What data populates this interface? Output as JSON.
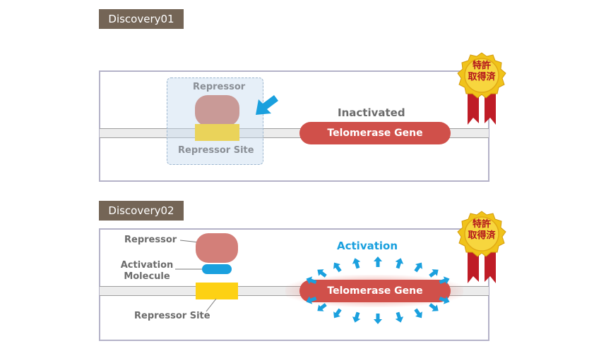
{
  "panel1": {
    "tag": "Discovery01",
    "repressor_label": "Repressor",
    "site_label": "Repressor Site",
    "status_label": "Inactivated",
    "gene_label": "Telomerase Gene"
  },
  "panel2": {
    "tag": "Discovery02",
    "repressor_label": "Repressor",
    "activation_molecule_line1": "Activation",
    "activation_molecule_line2": "Molecule",
    "site_label": "Repressor Site",
    "status_label": "Activation",
    "gene_label": "Telomerase Gene"
  },
  "badge": {
    "line1": "特許",
    "line2": "取得済"
  },
  "colors": {
    "tag_bg": "#746556",
    "gene": "#d0504a",
    "repressor_faded": "#c99a97",
    "repressor": "#d37f79",
    "site_faded": "#ead35a",
    "site": "#fdd114",
    "activation_blue": "#1aa0de",
    "badge_gold": "#f0c31a",
    "ribbon": "#bf1c26"
  }
}
